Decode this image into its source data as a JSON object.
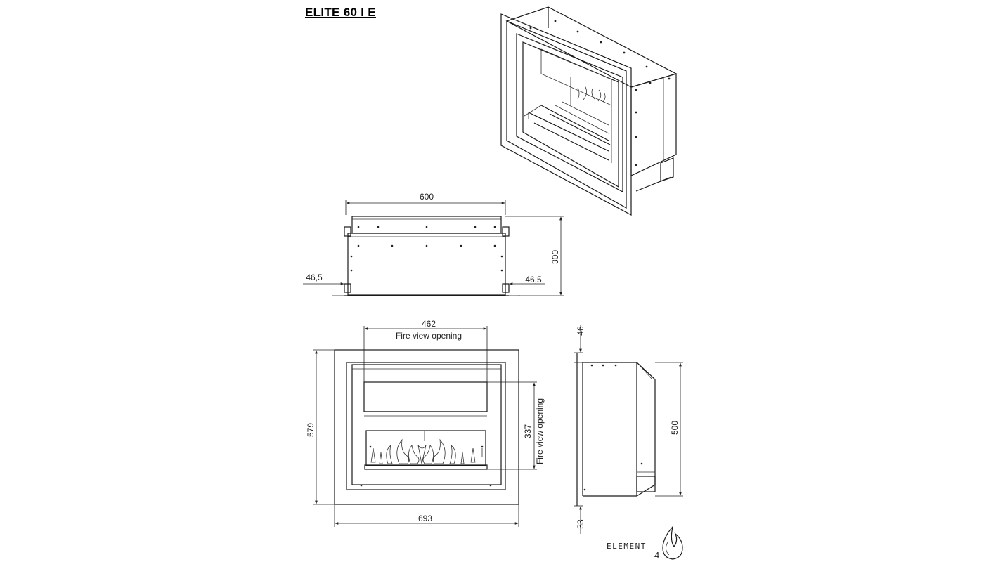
{
  "title": "ELITE 60 I E",
  "top_view": {
    "width": "600",
    "depth": "300",
    "left_offset": "46,5",
    "right_offset": "46,5"
  },
  "front_view": {
    "opening_width": "462",
    "opening_width_label": "Fire view opening",
    "opening_height": "337",
    "opening_height_label": "Fire view opening",
    "frame_height": "579",
    "frame_width": "693"
  },
  "side_view": {
    "top_offset": "46",
    "body_height": "500",
    "bottom_offset": "33"
  },
  "logo": {
    "brand": "ELEMENT",
    "number": "4"
  }
}
